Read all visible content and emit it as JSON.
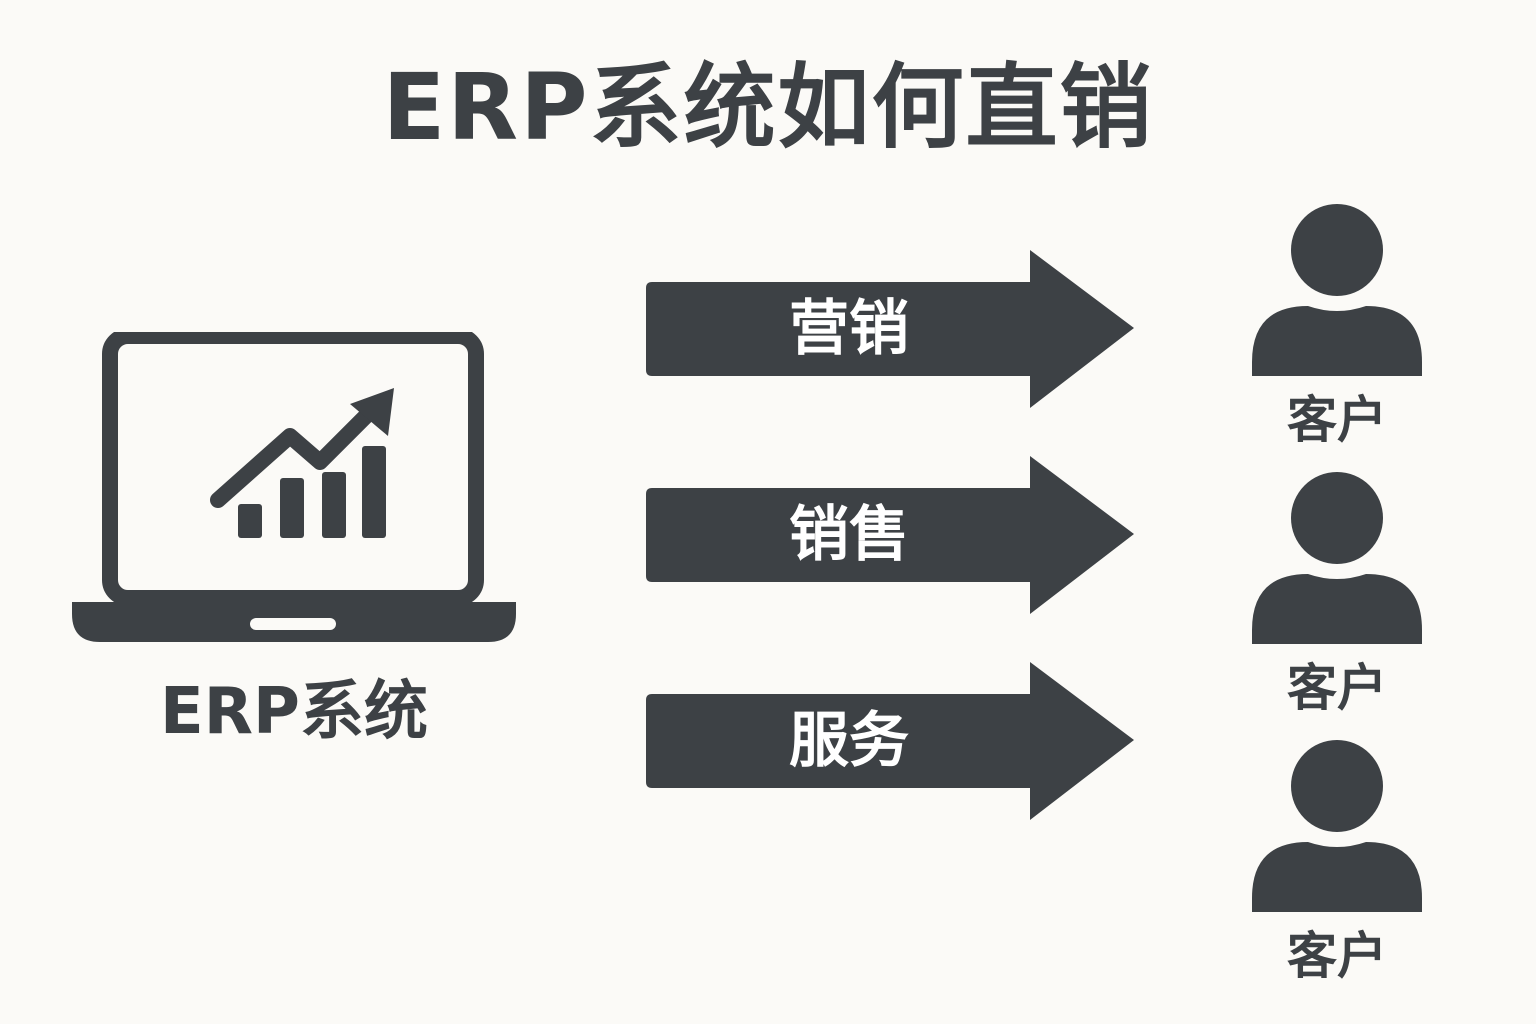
{
  "title": "ERP系统如何直销",
  "erp": {
    "label": "ERP系统",
    "icon": "laptop-growth-chart-icon"
  },
  "channels": [
    {
      "label": "营销"
    },
    {
      "label": "销售"
    },
    {
      "label": "服务"
    }
  ],
  "customers": [
    {
      "label": "客户",
      "icon": "person-icon"
    },
    {
      "label": "客户",
      "icon": "person-icon"
    },
    {
      "label": "客户",
      "icon": "person-icon"
    }
  ],
  "colors": {
    "ink": "#3d4145",
    "background": "#fbfaf7",
    "arrow_text": "#ffffff"
  }
}
